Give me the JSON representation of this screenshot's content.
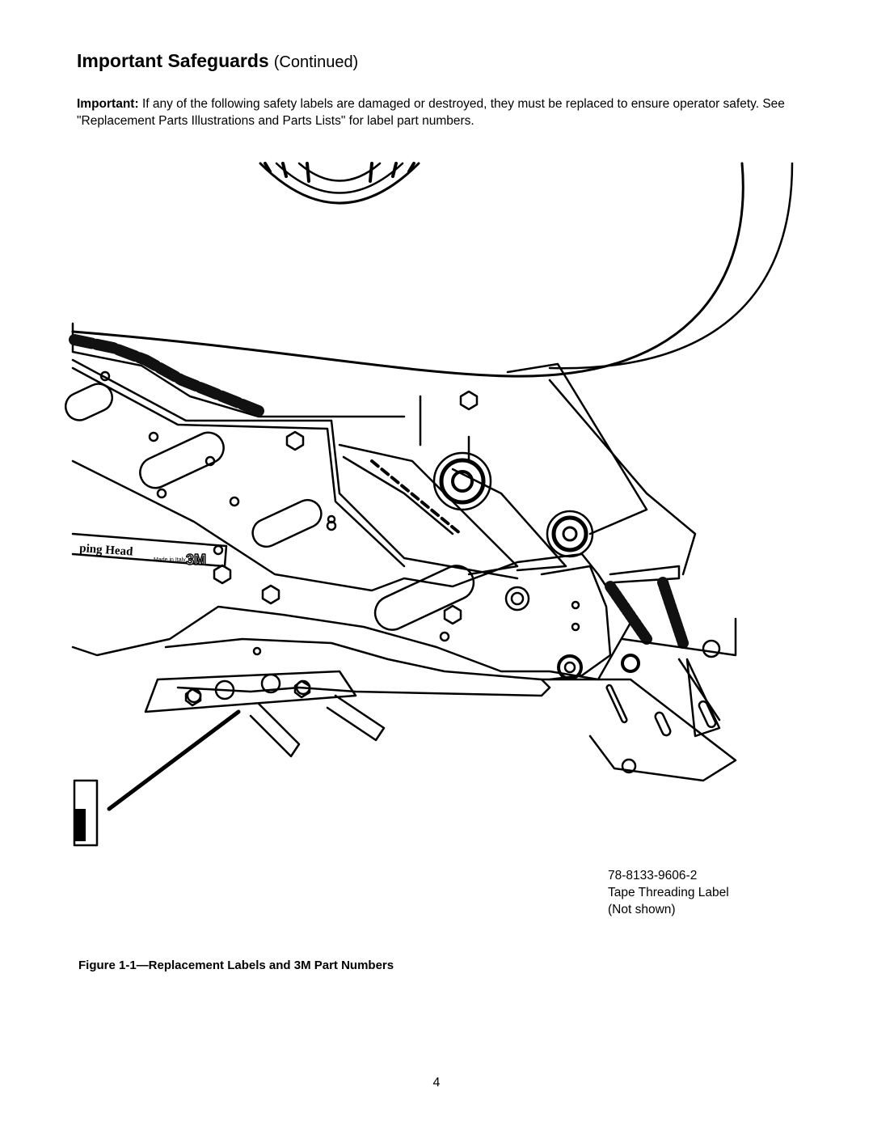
{
  "heading": {
    "title": "Important Safeguards",
    "subtitle": "(Continued)"
  },
  "intro": {
    "lead": "Important:",
    "text": " If any of the following safety labels are damaged or destroyed, they must be replaced to ensure operator safety.  See \"Replacement Parts Illustrations and Parts Lists\" for label part numbers."
  },
  "figure": {
    "machine_label_line1": "ping   Head",
    "machine_label_line2": "Made in Italy",
    "machine_label_brand": "3M"
  },
  "callout": {
    "part_number": "78-8133-9606-2",
    "label_name": "Tape Threading Label",
    "note": "(Not shown)"
  },
  "caption": "Figure 1-1—Replacement Labels and 3M Part Numbers",
  "page_number": "4"
}
